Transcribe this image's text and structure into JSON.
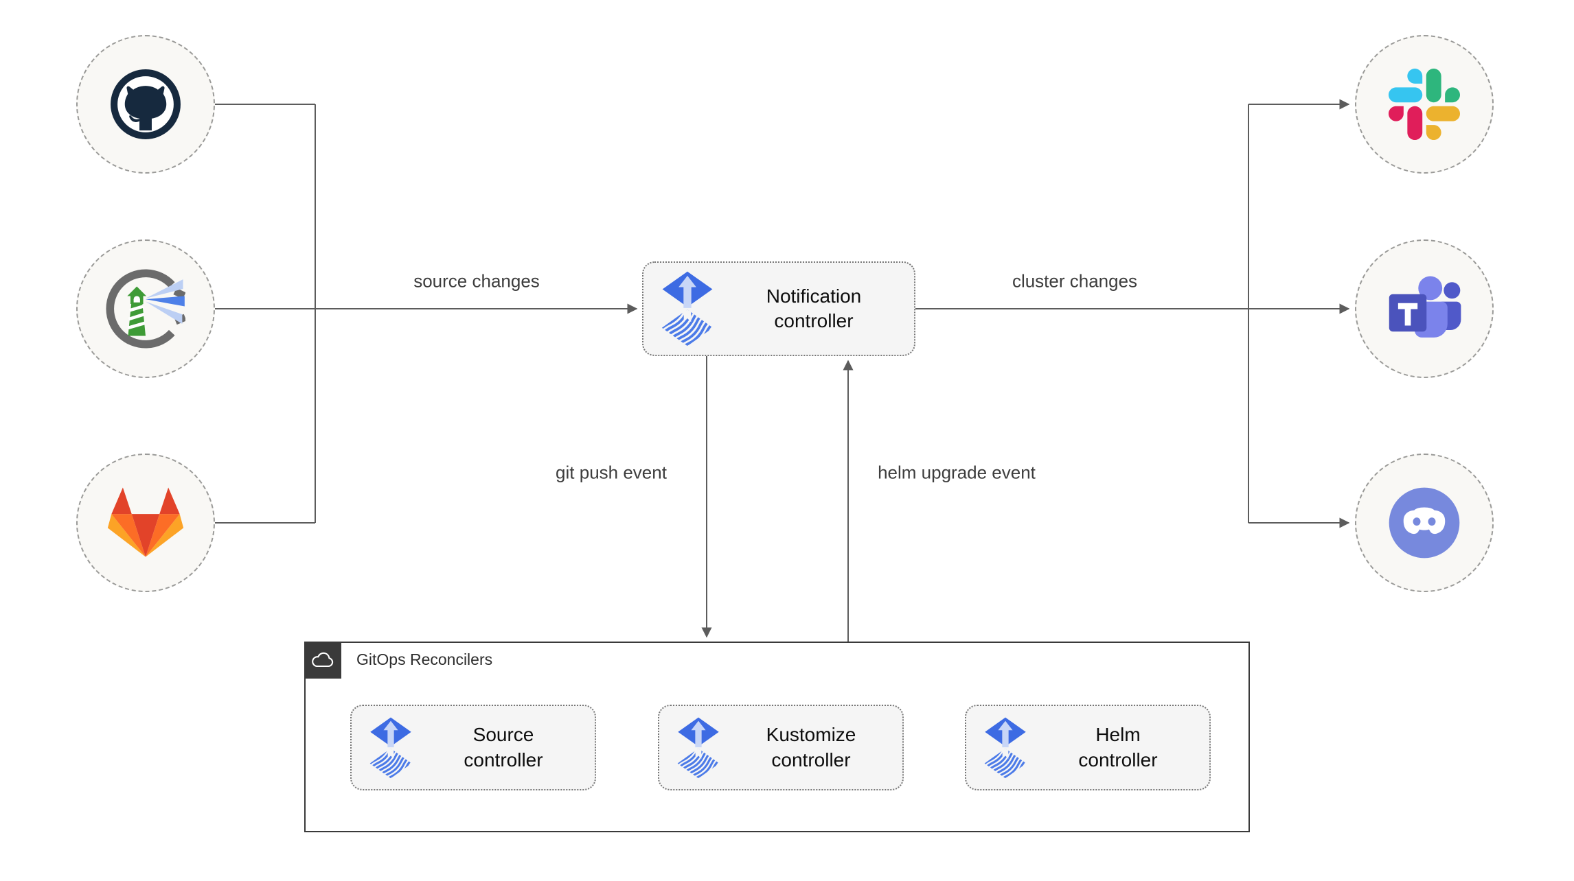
{
  "palette": {
    "flux_blue": "#3D6BE3",
    "flux_light_arrow": "#C8D6F7",
    "flux_wave_blue": "#4C7BE8",
    "edge_gray": "#5C5C5C",
    "node_fill": "#F5F5F5",
    "circle_fill": "#F9F8F5",
    "container_dark": "#3A3A3A",
    "github_dark": "#16293E",
    "harbor_green": "#3E9B36",
    "gitlab_red": "#E24329",
    "gitlab_orange": "#FC6D26",
    "gitlab_yellow": "#FCA326",
    "slack_blue": "#36C5F0",
    "slack_green": "#2EB67D",
    "slack_yellow": "#ECB22E",
    "slack_red": "#E01E5A",
    "teams_purple": "#4B53BC",
    "discord_blurple": "#7789DD"
  },
  "sources": [
    {
      "id": "github",
      "icon": "github-logo"
    },
    {
      "id": "harbor",
      "icon": "harbor-logo"
    },
    {
      "id": "gitlab",
      "icon": "gitlab-logo"
    }
  ],
  "targets": [
    {
      "id": "slack",
      "icon": "slack-logo"
    },
    {
      "id": "teams",
      "icon": "microsoft-teams-logo"
    },
    {
      "id": "discord",
      "icon": "discord-logo"
    }
  ],
  "nodes": {
    "notification": {
      "label": "Notification controller",
      "icon": "flux-logo"
    },
    "source": {
      "label": "Source controller",
      "icon": "flux-logo"
    },
    "kustomize": {
      "label": "Kustomize controller",
      "icon": "flux-logo"
    },
    "helm": {
      "label": "Helm controller",
      "icon": "flux-logo"
    }
  },
  "container": {
    "label": "GitOps Reconcilers",
    "icon": "cloud"
  },
  "edges": {
    "source_changes": {
      "label": "source changes"
    },
    "cluster_changes": {
      "label": "cluster changes"
    },
    "git_push": {
      "label": "git push event"
    },
    "helm_upgrade": {
      "label": "helm upgrade event"
    }
  }
}
